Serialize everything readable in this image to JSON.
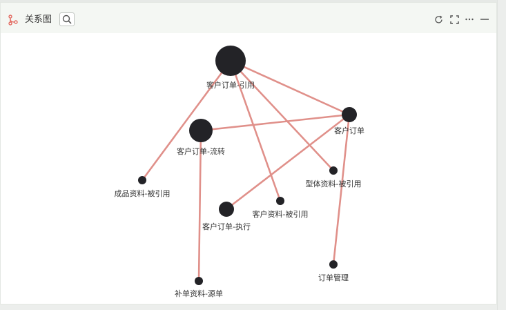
{
  "header": {
    "title": "关系图",
    "icons": {
      "app": "graph-relation-icon",
      "search": "search-icon",
      "refresh": "refresh-icon",
      "fullscreen": "fullscreen-icon",
      "more": "more-icon",
      "minimize": "minimize-icon"
    }
  },
  "graph": {
    "edge_color": "#e0908a",
    "node_color": "#232327",
    "nodes": [
      {
        "id": "n1",
        "label": "客户订单-引用"
      },
      {
        "id": "n2",
        "label": "客户订单"
      },
      {
        "id": "n3",
        "label": "客户订单-流转"
      },
      {
        "id": "n4",
        "label": "成品资料-被引用"
      },
      {
        "id": "n5",
        "label": "型体资料-被引用"
      },
      {
        "id": "n6",
        "label": "客户资料-被引用"
      },
      {
        "id": "n7",
        "label": "客户订单-执行"
      },
      {
        "id": "n8",
        "label": "订单管理"
      },
      {
        "id": "n9",
        "label": "补单资料-源单"
      }
    ],
    "edges": [
      {
        "from": "n1",
        "to": "n2"
      },
      {
        "from": "n1",
        "to": "n4"
      },
      {
        "from": "n1",
        "to": "n6"
      },
      {
        "from": "n1",
        "to": "n5"
      },
      {
        "from": "n3",
        "to": "n2"
      },
      {
        "from": "n2",
        "to": "n7"
      },
      {
        "from": "n2",
        "to": "n8"
      },
      {
        "from": "n3",
        "to": "n9"
      }
    ]
  }
}
